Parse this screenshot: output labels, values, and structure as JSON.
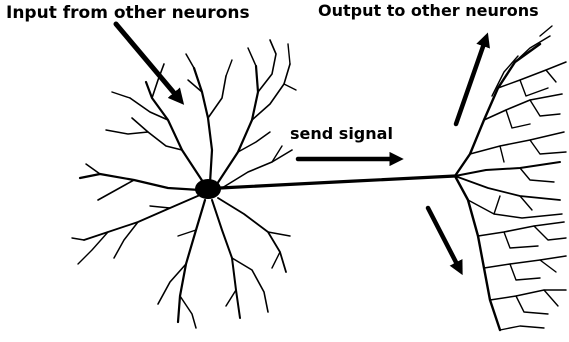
{
  "labels": {
    "input": "Input from other neurons",
    "output": "Output to other neurons",
    "send": "send signal"
  },
  "colors": {
    "ink": "#000000",
    "background": "#ffffff"
  }
}
